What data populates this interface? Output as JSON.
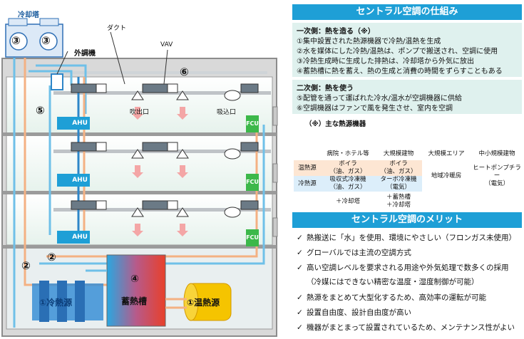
{
  "diagram": {
    "cooling_tower_label": "冷却塔",
    "cooling_tower_marks": [
      "③",
      "③"
    ],
    "outdoor_unit_label": "外調機",
    "duct_label": "ダクト",
    "vav_label": "VAV",
    "outlet_label": "吹出口",
    "inlet_label": "吸込口",
    "mark_5": "⑤",
    "mark_6": "⑥",
    "mark_2a": "②",
    "mark_2b": "②",
    "ahu_label": "AHU",
    "fcu_label": "FCU",
    "cold_source": {
      "mark": "①",
      "label": "冷熱源"
    },
    "storage": {
      "mark": "④",
      "label": "蓄熱槽"
    },
    "hot_source": {
      "mark": "①",
      "label": "温熱源"
    }
  },
  "mechanism": {
    "title": "セントラル空調の仕組み",
    "primary_title": "一次側：熱を造る（※）",
    "primary_items": [
      "①集中設置された熱源機器で冷熱/温熱を生成",
      "②水を媒体にした冷熱/温熱は、ポンプで搬送され、空調に使用",
      "③冷熱生成時に生成した排熱は、冷却塔から外気に放出",
      "④蓄熱槽に熱を蓄え、熱の生成と消費の時間をずらすこともある"
    ],
    "secondary_title": "二次側：熱を使う",
    "secondary_items": [
      "⑤配管を通って運ばれた冷水/温水が空調機器に供給",
      "⑥空調機器はファンで風を発生させ、室内を空調"
    ]
  },
  "sources_table": {
    "title": "（※）主な熱源機器",
    "columns": [
      "",
      "病院・ホテル等",
      "大規模建物",
      "大規模エリア",
      "中小規模建物"
    ],
    "heat_row_label": "温熱源",
    "cold_row_label": "冷熱源",
    "hospital": [
      "ボイラ",
      "（油、ガス）",
      "吸収式冷凍機",
      "（油、ガス）",
      "",
      "＋冷却塔"
    ],
    "large": [
      "ボイラ",
      "（油、ガス）",
      "ターボ冷凍機",
      "（電気）",
      "",
      "＋蓄熱槽",
      "＋冷却塔"
    ],
    "area": "地域冷暖房",
    "small": [
      "ヒートポンプチラー",
      "（電気）"
    ]
  },
  "merits": {
    "title": "セントラル空調のメリット",
    "items": [
      "熱搬送に「水」を使用、環境にやさしい（フロンガス未使用）",
      "グローバルでは主流の空調方式",
      "高い空調レベルを要求される用途や外気処理で数多くの採用",
      "（冷媒にはできない精密な温度・湿度制御が可能）",
      "熱源をまとめて大型化するため、高効率の運転が可能",
      "設置自由度、設計自由度が高い",
      "機器がまとまって設置されているため、メンテナンス性がよい"
    ]
  },
  "colors": {
    "accent": "#1e9fd6",
    "panel": "#dff1ee",
    "fcu": "#3cb84a",
    "hot": "#f5c400"
  }
}
